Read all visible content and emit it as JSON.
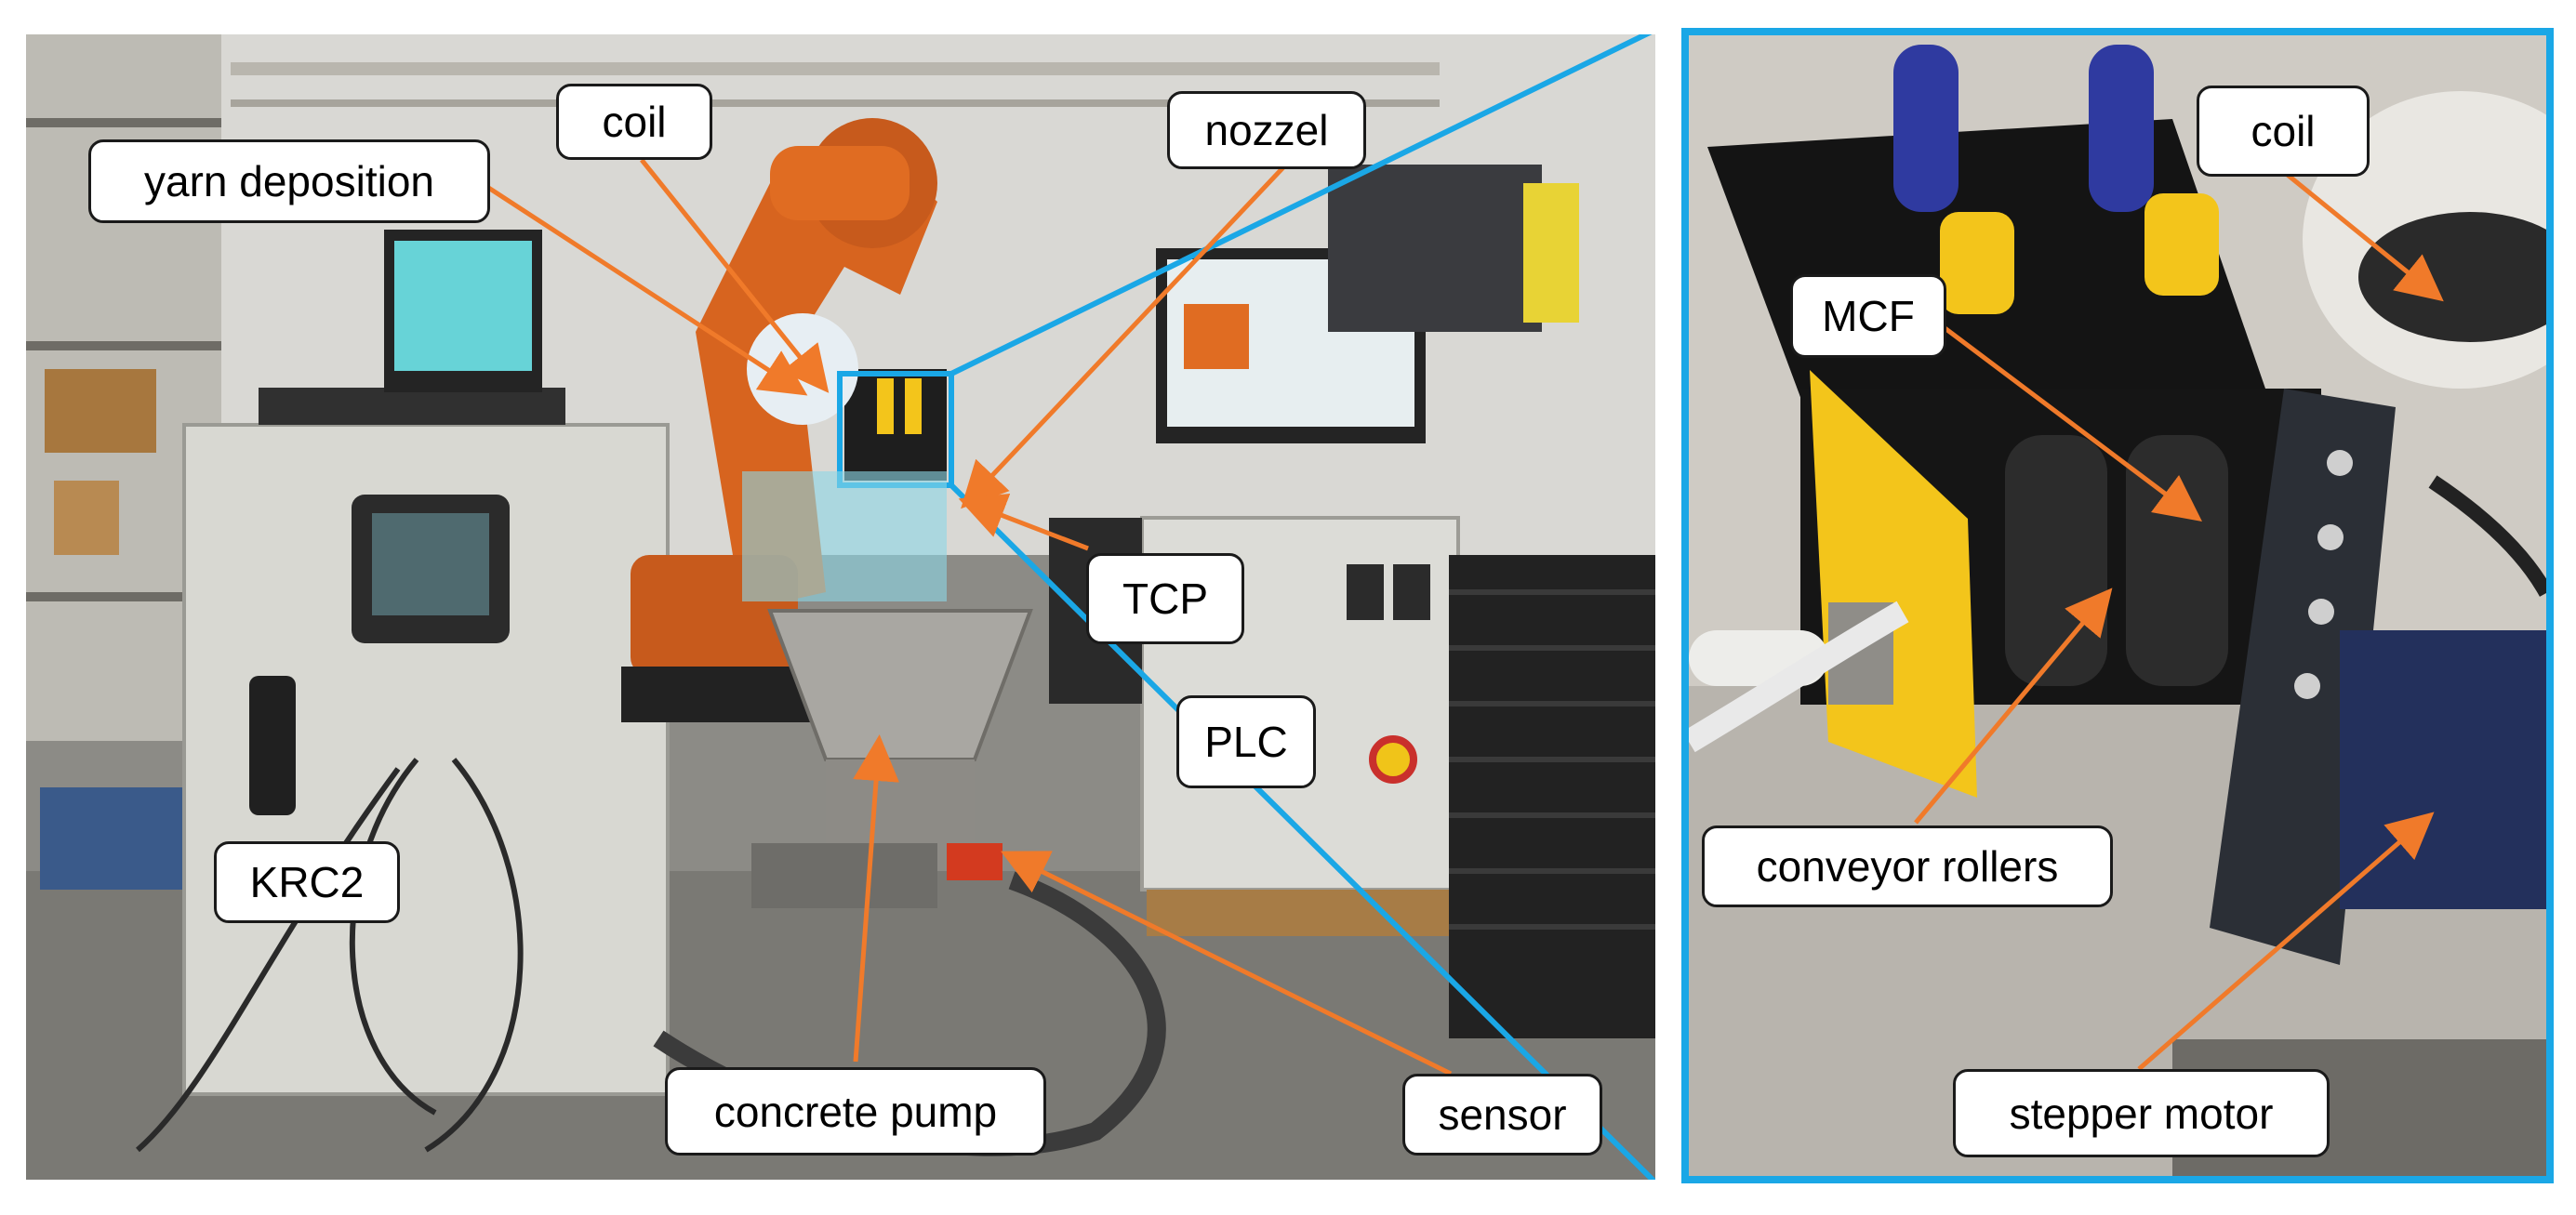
{
  "labels": {
    "coil_left": "coil",
    "yarn_deposition": "yarn deposition",
    "nozzel": "nozzel",
    "tcp": "TCP",
    "plc": "PLC",
    "krc2": "KRC2",
    "concrete_pump": "concrete pump",
    "sensor": "sensor",
    "coil_right": "coil",
    "mcf": "MCF",
    "conveyor_rollers": "conveyor rollers",
    "stepper_motor": "stepper motor"
  },
  "colors": {
    "arrow": "#f07a2a",
    "zoom_frame": "#1aa7e6",
    "robot": "#d7641f",
    "roller_yellow": "#f3c51b"
  }
}
